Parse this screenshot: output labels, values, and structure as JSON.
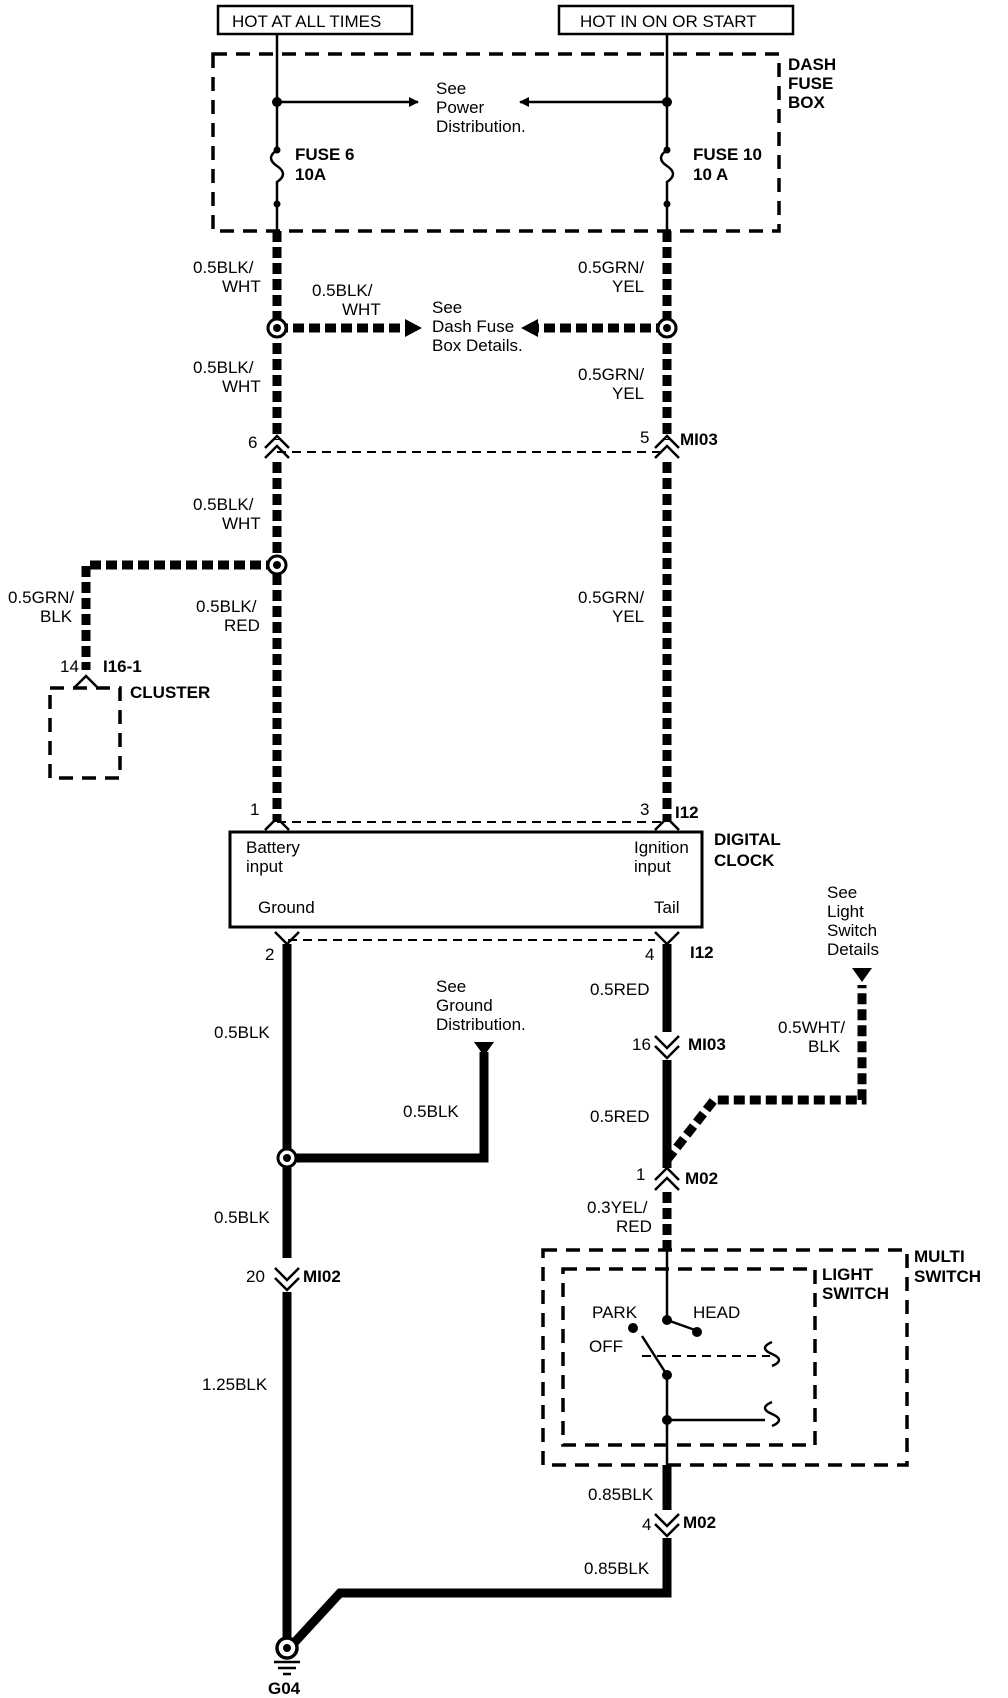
{
  "headers": {
    "hot_at_all_times": "HOT AT ALL TIMES",
    "hot_in_on_or_start": "HOT IN ON OR START"
  },
  "dash_fuse_box": {
    "label_line1": "DASH",
    "label_line2": "FUSE",
    "label_line3": "BOX",
    "fuse6_line1": "FUSE 6",
    "fuse6_line2": "10A",
    "fuse10_line1": "FUSE 10",
    "fuse10_line2": "10 A",
    "power_dist": [
      "See",
      "Power",
      "Distribution."
    ]
  },
  "dash_fuse_details": [
    "See",
    "Dash Fuse",
    "Box Details."
  ],
  "ground_dist": [
    "See",
    "Ground",
    "Distribution."
  ],
  "light_switch_details": [
    "See",
    "Light",
    "Switch",
    "Details"
  ],
  "wires": {
    "blk_wht": [
      "0.5BLK/",
      "WHT"
    ],
    "grn_yel": [
      "0.5GRN/",
      "YEL"
    ],
    "blk_red": [
      "0.5BLK/",
      "RED"
    ],
    "grn_blk": [
      "0.5GRN/",
      "BLK"
    ],
    "blk": "0.5BLK",
    "red": "0.5RED",
    "wht_blk": [
      "0.5WHT/",
      "BLK"
    ],
    "yel_red": [
      "0.3YEL/",
      "RED"
    ],
    "blk_125": "1.25BLK",
    "blk_085": "0.85BLK"
  },
  "connectors": {
    "mi03": "MI03",
    "i12": "I12",
    "m02": "M02",
    "mi02": "MI02",
    "i16_1": "I16-1",
    "pin6": "6",
    "pin5": "5",
    "pin1": "1",
    "pin3": "3",
    "pin2": "2",
    "pin4": "4",
    "pin14": "14",
    "pin16": "16",
    "pin20": "20"
  },
  "cluster": "CLUSTER",
  "clock": {
    "title_line1": "DIGITAL",
    "title_line2": "CLOCK",
    "battery": [
      "Battery",
      "input"
    ],
    "ignition": [
      "Ignition",
      "input"
    ],
    "ground": "Ground",
    "tail": "Tail"
  },
  "multi_switch": {
    "label_line1": "MULTI",
    "label_line2": "SWITCH",
    "light_line1": "LIGHT",
    "light_line2": "SWITCH",
    "park": "PARK",
    "head": "HEAD",
    "off": "OFF"
  },
  "ground_point": "G04"
}
